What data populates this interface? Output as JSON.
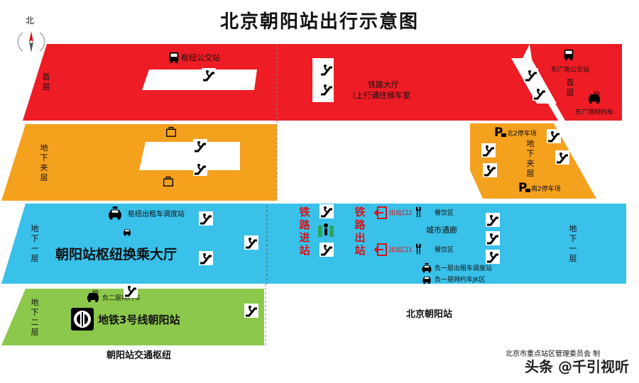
{
  "title": "北京朝阳站出行示意图",
  "compass": {
    "label": "北"
  },
  "floors": {
    "ground": {
      "label_left": "首层",
      "label_right": "首层",
      "bus_hub": "枢纽公交站",
      "rail_hall": "铁路大厅",
      "rail_hall_sub": "（上行通往候车室",
      "east_bus": "东广场公交站",
      "east_ridehail": "东广场网约车"
    },
    "mezz": {
      "label_left": "地下夹层",
      "label_right": "地下夹层",
      "north_parking": "北2停车场",
      "south_parking": "南2停车场"
    },
    "b1": {
      "label_left": "地下一层",
      "label_right": "地下一层",
      "taxi_dispatch": "枢纽出租车调度站",
      "hall": "朝阳站枢纽换乘大厅",
      "rail_in": "铁路进站",
      "rail_out": "铁路出站",
      "exit2": "出站口2",
      "exit1": "出站口1",
      "dining1": "餐饮区",
      "dining2": "餐饮区",
      "corridor": "城市通廊",
      "b1_taxi": "负一层出租车调度站",
      "b1_ridehail": "负一层网约车JK区"
    },
    "b2": {
      "label_left": "地下二层",
      "ridehail": "负二层网约车",
      "metro": "地铁3号线朝阳站"
    }
  },
  "captions": {
    "hub": "朝阳站交通枢纽",
    "station": "北京朝阳站",
    "credit": "北京市重点站区管理委员会  制",
    "watermark": "头条 @千引视听"
  },
  "colors": {
    "ground": "#ee1c25",
    "mezz": "#f4a11e",
    "b1": "#39c1ea",
    "b2": "#8cc84b",
    "accent_red": "#d4141c"
  }
}
